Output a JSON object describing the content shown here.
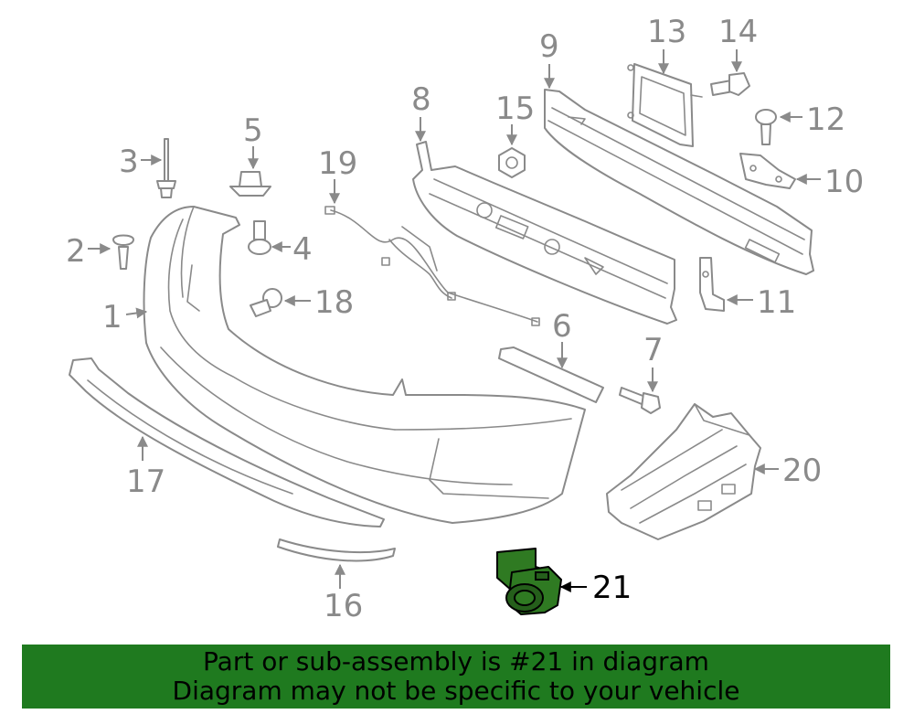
{
  "callouts": {
    "c1": "1",
    "c2": "2",
    "c3": "3",
    "c4": "4",
    "c5": "5",
    "c6": "6",
    "c7": "7",
    "c8": "8",
    "c9": "9",
    "c10": "10",
    "c11": "11",
    "c12": "12",
    "c13": "13",
    "c14": "14",
    "c15": "15",
    "c16": "16",
    "c17": "17",
    "c18": "18",
    "c19": "19",
    "c20": "20",
    "c21": "21"
  },
  "highlighted_part": "21",
  "colors": {
    "highlight_fill": "#2f7a22",
    "banner_background": "#1f7a1f",
    "line_gray": "#8a8a8a"
  },
  "banner": {
    "line1": "Part or sub-assembly is #21 in diagram",
    "line2": "Diagram may not be specific to your vehicle"
  }
}
